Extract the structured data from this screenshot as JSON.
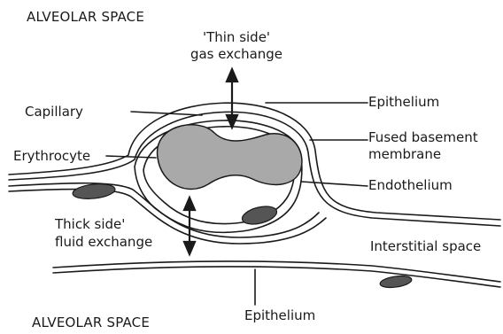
{
  "labels": {
    "alveolar_space_top": "ALVEOLAR SPACE",
    "alveolar_space_bottom": "ALVEOLAR SPACE",
    "thin_side_line1": "'Thin side'",
    "thin_side_line2": "gas exchange",
    "thick_side_line1": "Thick side'",
    "thick_side_line2": "fluid exchange",
    "capillary": "Capillary",
    "erythrocyte": "Erythrocyte",
    "epithelium_top": "Epithelium",
    "fused_basement_line1": "Fused basement",
    "fused_basement_line2": "membrane",
    "endothelium": "Endothelium",
    "interstitial_space": "Interstitial space",
    "epithelium_bottom": "Epithelium"
  },
  "colors": {
    "ink": "#1a1a1a",
    "erythrocyte_fill": "#a9a9a9",
    "nucleus_fill": "#555555"
  }
}
